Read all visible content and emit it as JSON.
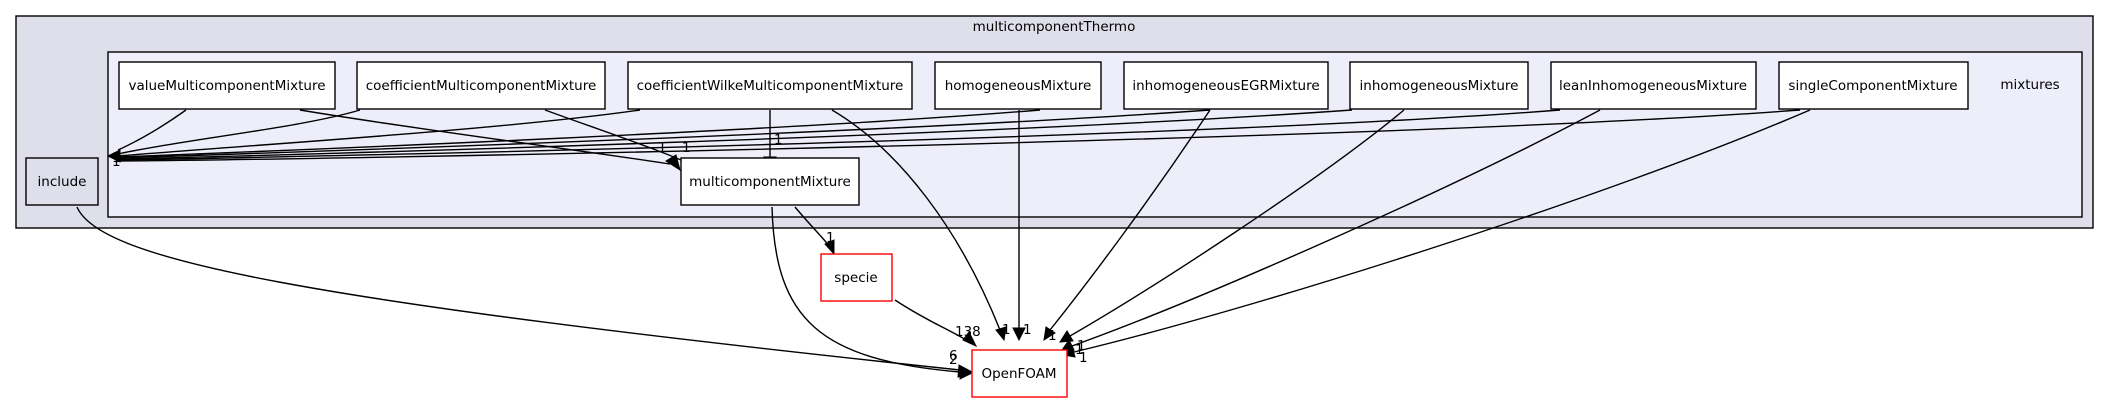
{
  "clusters": {
    "outer": "multicomponentThermo",
    "inner": "mixtures"
  },
  "nodes": {
    "include": "include",
    "valueMulticomponentMixture": "valueMulticomponentMixture",
    "coefficientMulticomponentMixture": "coefficientMulticomponentMixture",
    "coefficientWilkeMulticomponentMixture": "coefficientWilkeMulticomponentMixture",
    "homogeneousMixture": "homogeneousMixture",
    "inhomogeneousEGRMixture": "inhomogeneousEGRMixture",
    "inhomogeneousMixture": "inhomogeneousMixture",
    "leanInhomogeneousMixture": "leanInhomogeneousMixture",
    "singleComponentMixture": "singleComponentMixture",
    "multicomponentMixture": "multicomponentMixture",
    "specie": "specie",
    "OpenFOAM": "OpenFOAM"
  },
  "edge_labels": {
    "include_a": "1",
    "include_b": "1",
    "mcm_a": "1",
    "mcm_b": "1",
    "mcm_c": "1",
    "specie": "1",
    "of_mcm": "2",
    "of_include": "6",
    "of_specie": "138",
    "of_wilke": "1",
    "of_homog": "1",
    "of_egr": "1",
    "of_inhomog": "1",
    "of_lean": "1",
    "of_single": "1"
  },
  "colors": {
    "outer_cluster": "#dfdfec",
    "inner_cluster": "#eeeefb",
    "external_node_border": "#ff0000"
  }
}
